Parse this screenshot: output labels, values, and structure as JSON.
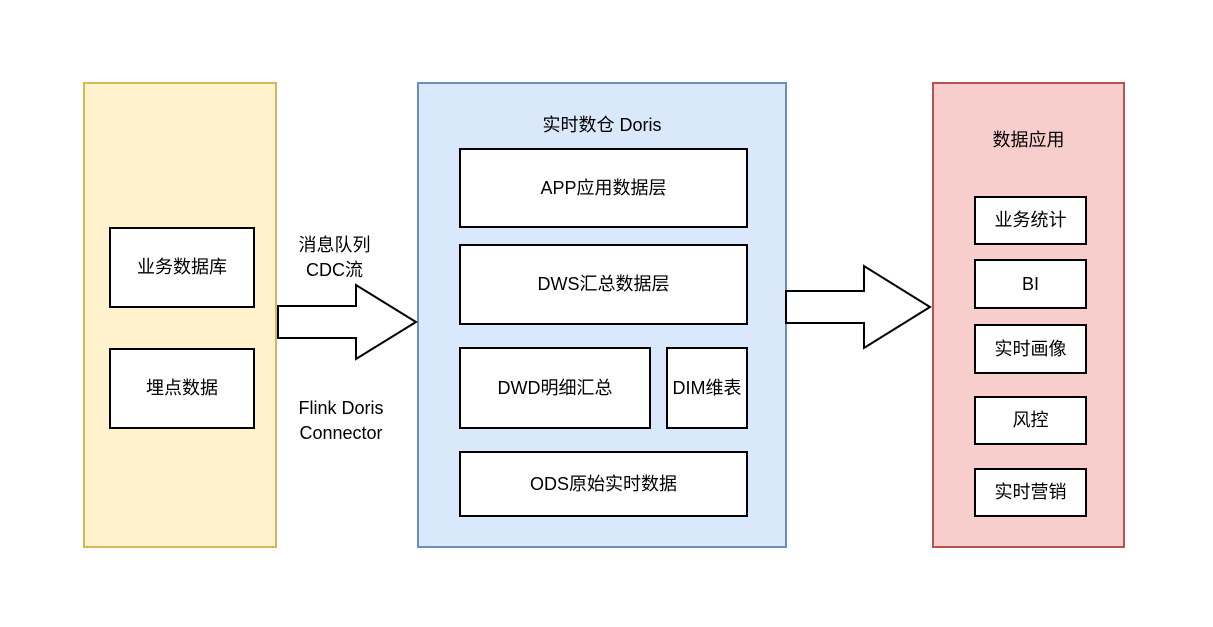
{
  "colors": {
    "sources_panel_fill": "#fff2cc",
    "sources_panel_border": "#d6b656",
    "warehouse_panel_fill": "#dae8fc",
    "warehouse_panel_border": "#6c8ebf",
    "applications_panel_fill": "#f8cecc",
    "applications_panel_border": "#b85450",
    "node_fill": "#ffffff",
    "node_border": "#000000",
    "arrow_fill": "#ffffff",
    "arrow_stroke": "#000000",
    "text": "#000000"
  },
  "panels": {
    "sources": {
      "boxes": {
        "business_db": "业务数据库",
        "tracking": "埋点数据"
      }
    },
    "warehouse": {
      "title": "实时数仓 Doris",
      "boxes": {
        "app": "APP应用数据层",
        "dws": "DWS汇总数据层",
        "dwd": "DWD明细汇总",
        "dim": "DIM维表",
        "ods": "ODS原始实时数据"
      }
    },
    "applications": {
      "title": "数据应用",
      "boxes": {
        "stats": "业务统计",
        "bi": "BI",
        "profile": "实时画像",
        "risk": "风控",
        "marketing": "实时营销"
      }
    }
  },
  "arrows": {
    "source_to_warehouse": {
      "label_top": "消息队列\nCDC流",
      "label_bottom": "Flink Doris\nConnector"
    }
  }
}
